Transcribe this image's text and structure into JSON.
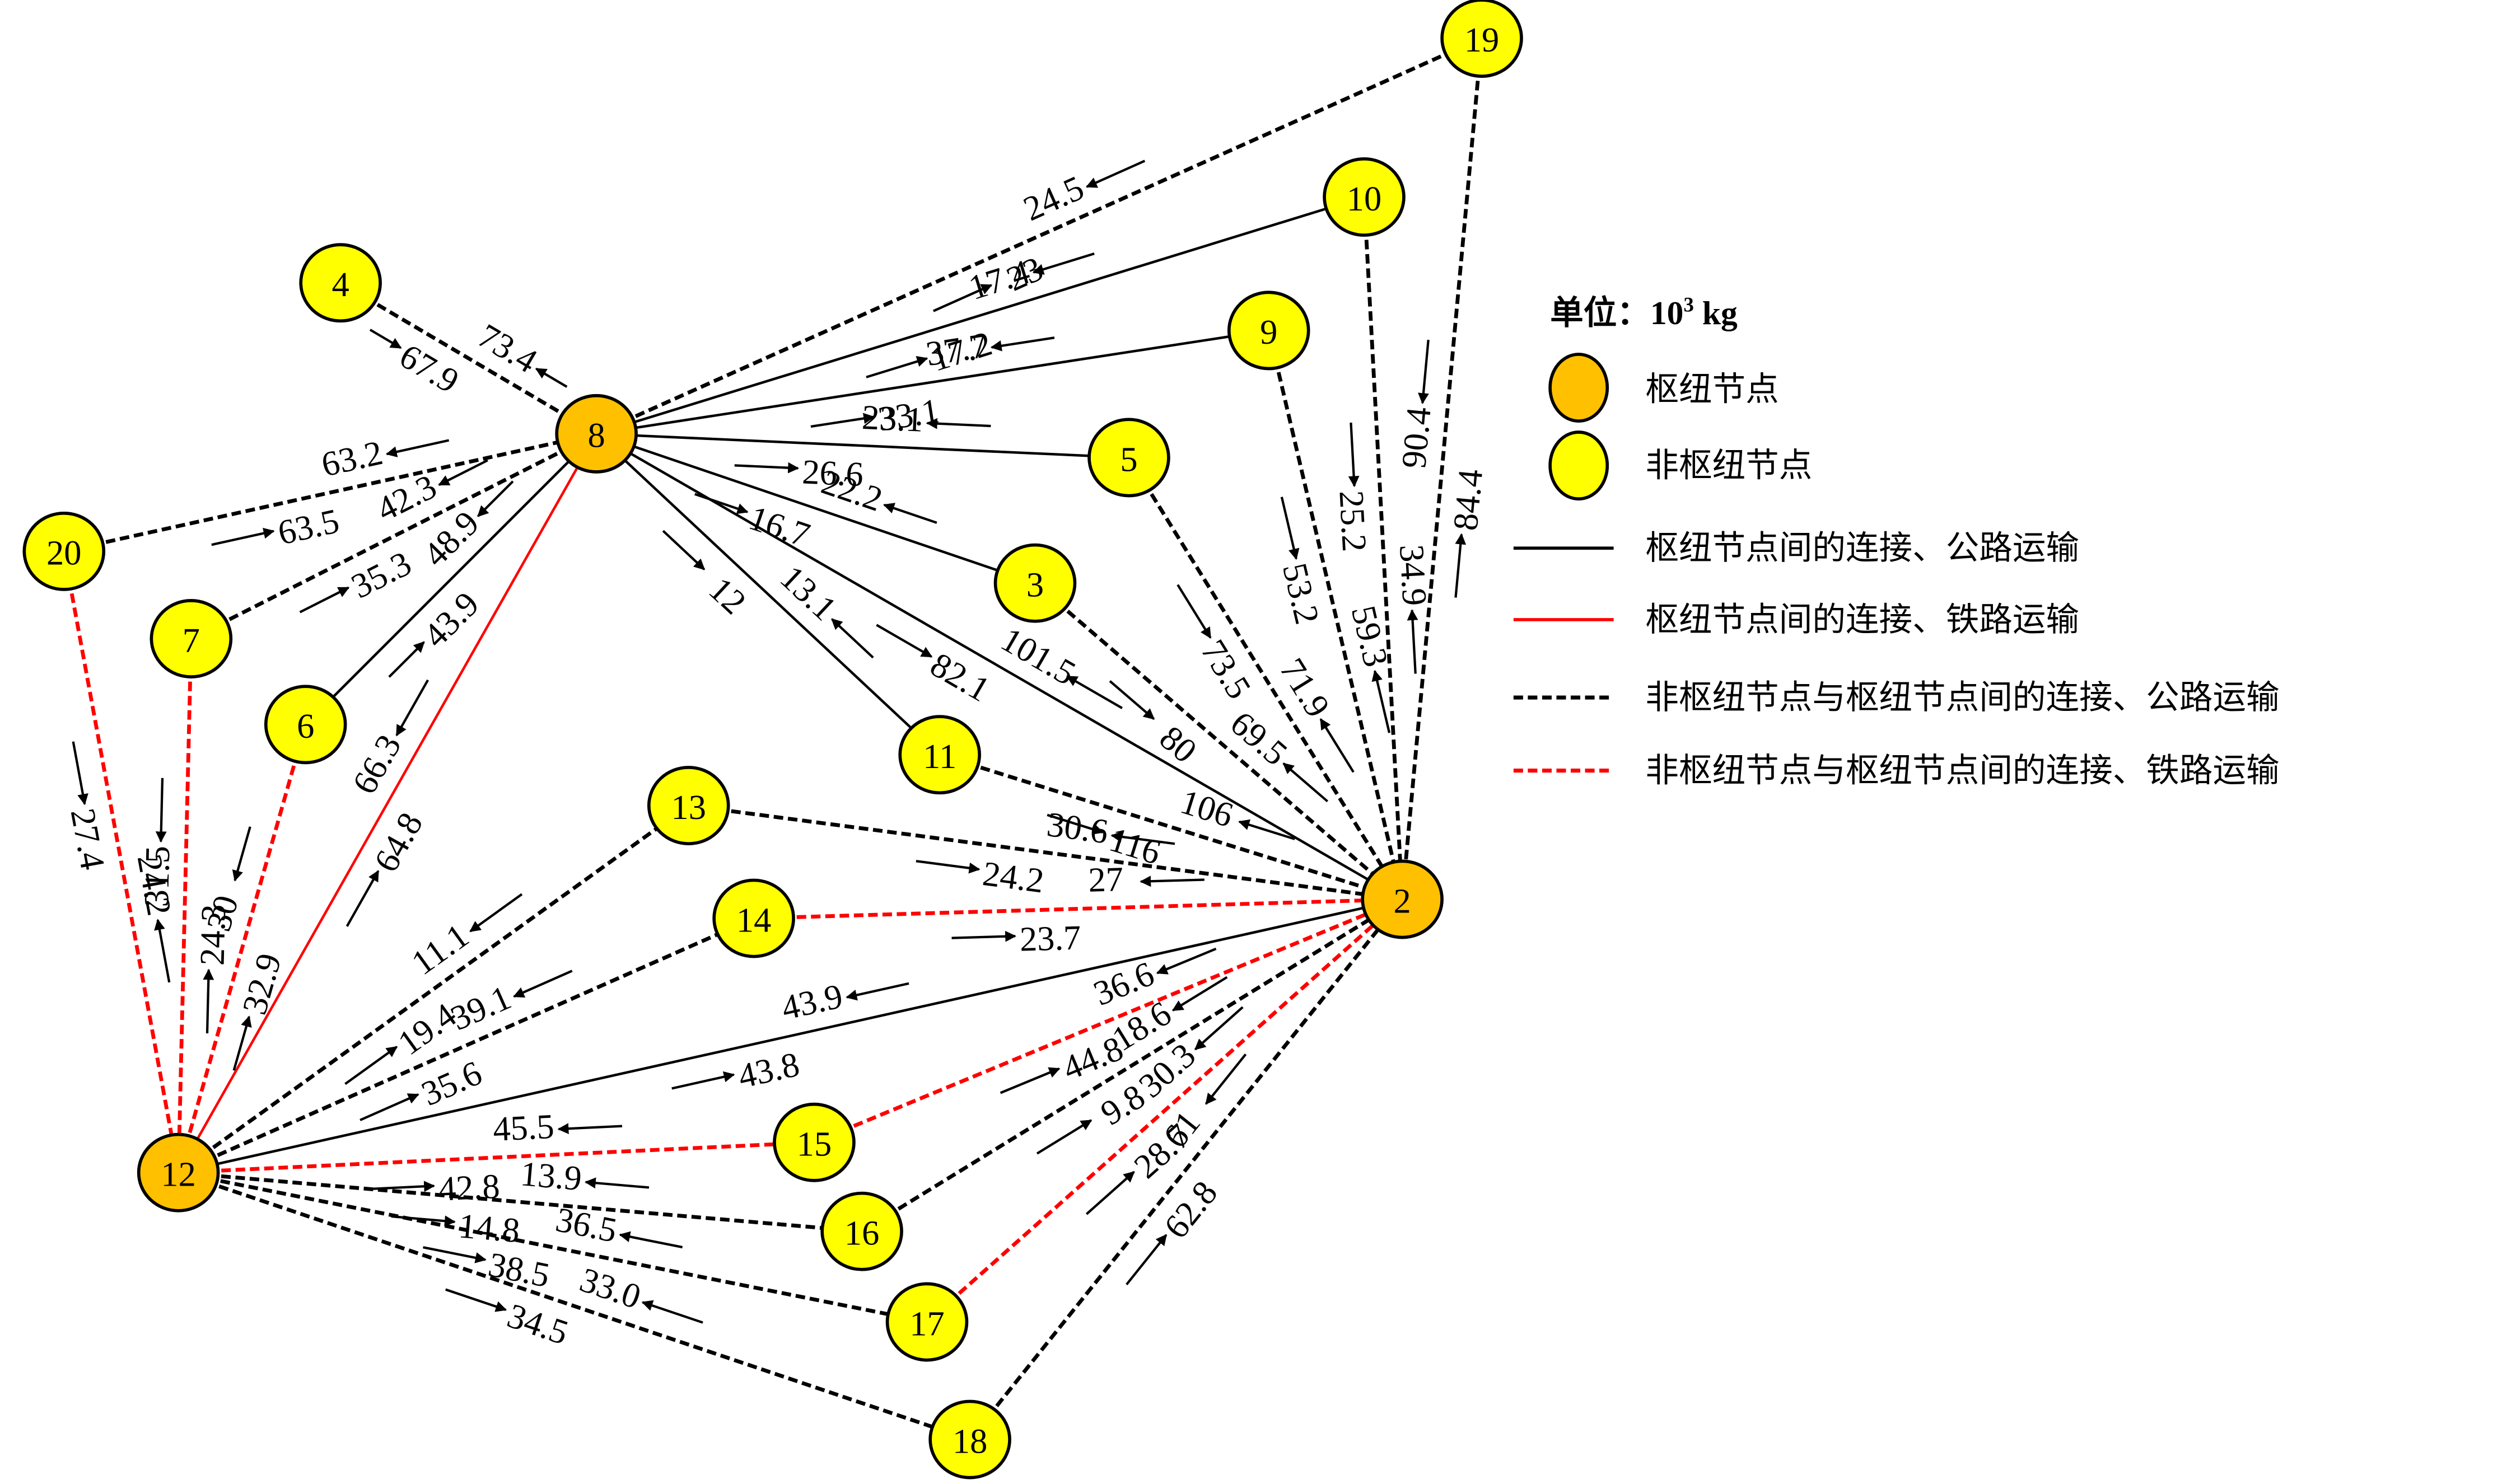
{
  "legend": {
    "unit_prefix": "单位：",
    "unit_value": "10",
    "unit_exp": "3",
    "unit_suffix": " kg",
    "items": [
      {
        "type": "hub-node",
        "label": "枢纽节点"
      },
      {
        "type": "non-hub-node",
        "label": "非枢纽节点"
      },
      {
        "type": "hub-road",
        "label": "枢纽节点间的连接、公路运输"
      },
      {
        "type": "hub-rail",
        "label": "枢纽节点间的连接、铁路运输"
      },
      {
        "type": "nonhub-road",
        "label": "非枢纽节点与枢纽节点间的连接、公路运输"
      },
      {
        "type": "nonhub-rail",
        "label": "非枢纽节点与枢纽节点间的连接、铁路运输"
      }
    ]
  },
  "colors": {
    "hub": "#FFC000",
    "non_hub": "#FFFF00",
    "road": "#000000",
    "rail": "#FF0000"
  },
  "nodes": [
    {
      "id": "2",
      "hub": true
    },
    {
      "id": "3",
      "hub": false
    },
    {
      "id": "4",
      "hub": false
    },
    {
      "id": "5",
      "hub": false
    },
    {
      "id": "6",
      "hub": false
    },
    {
      "id": "7",
      "hub": false
    },
    {
      "id": "8",
      "hub": true
    },
    {
      "id": "9",
      "hub": false
    },
    {
      "id": "10",
      "hub": false
    },
    {
      "id": "11",
      "hub": false
    },
    {
      "id": "12",
      "hub": true
    },
    {
      "id": "13",
      "hub": false
    },
    {
      "id": "14",
      "hub": false
    },
    {
      "id": "15",
      "hub": false
    },
    {
      "id": "16",
      "hub": false
    },
    {
      "id": "17",
      "hub": false
    },
    {
      "id": "18",
      "hub": false
    },
    {
      "id": "19",
      "hub": false
    },
    {
      "id": "20",
      "hub": false
    }
  ],
  "links": [
    {
      "from": "4",
      "to": "8",
      "style": "nonhub-road",
      "forward": "67.9",
      "backward": "73.4"
    },
    {
      "from": "8",
      "to": "19",
      "style": "nonhub-road",
      "forward": "23",
      "backward": "24.5"
    },
    {
      "from": "8",
      "to": "10",
      "style": "hub-road",
      "forward": "17.2",
      "backward": "17.4"
    },
    {
      "from": "8",
      "to": "9",
      "style": "hub-road",
      "forward": "33.1",
      "backward": "37.7"
    },
    {
      "from": "8",
      "to": "5",
      "style": "hub-road",
      "forward": "26.6",
      "backward": "23.1"
    },
    {
      "from": "8",
      "to": "3",
      "style": "hub-road",
      "forward": "16.7",
      "backward": "22.2"
    },
    {
      "from": "8",
      "to": "2",
      "style": "hub-road",
      "forward": "82.1",
      "backward": "101.5"
    },
    {
      "from": "8",
      "to": "11",
      "style": "hub-road",
      "forward": "12",
      "backward": "13.1"
    },
    {
      "from": "20",
      "to": "8",
      "style": "nonhub-road",
      "forward": "63.5",
      "backward": "63.2"
    },
    {
      "from": "7",
      "to": "8",
      "style": "nonhub-road",
      "forward": "35.3",
      "backward": "42.3"
    },
    {
      "from": "6",
      "to": "8",
      "style": "hub-road",
      "forward": "43.9",
      "backward": "48.9"
    },
    {
      "from": "12",
      "to": "8",
      "style": "hub-rail",
      "forward": "64.8",
      "backward": "66.3"
    },
    {
      "from": "20",
      "to": "12",
      "style": "nonhub-rail",
      "forward": "27.4",
      "backward": "24.2"
    },
    {
      "from": "7",
      "to": "12",
      "style": "nonhub-rail",
      "forward": "31.5",
      "backward": "24.3"
    },
    {
      "from": "6",
      "to": "12",
      "style": "nonhub-rail",
      "forward": "30",
      "backward": "32.9"
    },
    {
      "from": "19",
      "to": "2",
      "style": "nonhub-road",
      "forward": "90.4",
      "backward": "84.4"
    },
    {
      "from": "10",
      "to": "2",
      "style": "nonhub-road",
      "forward": "25.2",
      "backward": "34.9"
    },
    {
      "from": "9",
      "to": "2",
      "style": "nonhub-road",
      "forward": "53.2",
      "backward": "59.3"
    },
    {
      "from": "5",
      "to": "2",
      "style": "nonhub-road",
      "forward": "73.5",
      "backward": "71.9"
    },
    {
      "from": "3",
      "to": "2",
      "style": "nonhub-road",
      "forward": "80",
      "backward": "69.5"
    },
    {
      "from": "11",
      "to": "2",
      "style": "nonhub-road",
      "forward": "116",
      "backward": "106"
    },
    {
      "from": "13",
      "to": "2",
      "style": "nonhub-road",
      "forward": "24.2",
      "backward": "30.6"
    },
    {
      "from": "14",
      "to": "2",
      "style": "nonhub-rail",
      "forward": "23.7",
      "backward": "27"
    },
    {
      "from": "12",
      "to": "13",
      "style": "nonhub-road",
      "forward": "19.4",
      "backward": "11.1"
    },
    {
      "from": "12",
      "to": "14",
      "style": "nonhub-road",
      "forward": "35.6",
      "backward": "39.1"
    },
    {
      "from": "12",
      "to": "2",
      "style": "hub-road",
      "forward": "43.8",
      "backward": "43.9"
    },
    {
      "from": "12",
      "to": "15",
      "style": "nonhub-rail",
      "forward": "42.8",
      "backward": "45.5"
    },
    {
      "from": "15",
      "to": "2",
      "style": "nonhub-rail",
      "forward": "44.8",
      "backward": "36.6"
    },
    {
      "from": "16",
      "to": "2",
      "style": "nonhub-road",
      "forward": "9.8",
      "backward": "18.6"
    },
    {
      "from": "17",
      "to": "2",
      "style": "nonhub-rail",
      "forward": "28.7",
      "backward": "30.3"
    },
    {
      "from": "18",
      "to": "2",
      "style": "nonhub-road",
      "forward": "62.8",
      "backward": "61"
    },
    {
      "from": "12",
      "to": "16",
      "style": "nonhub-road",
      "forward": "14.8",
      "backward": "13.9"
    },
    {
      "from": "12",
      "to": "17",
      "style": "nonhub-road",
      "forward": "38.5",
      "backward": "36.5"
    },
    {
      "from": "12",
      "to": "18",
      "style": "nonhub-road",
      "forward": "34.5",
      "backward": "33.0"
    }
  ]
}
